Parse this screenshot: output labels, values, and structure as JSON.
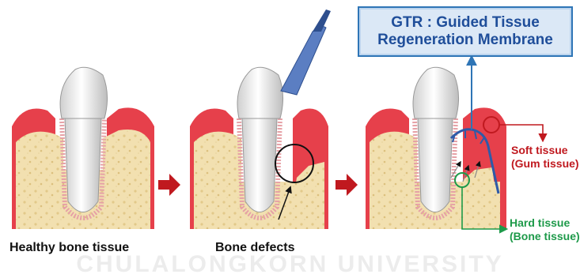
{
  "panels": [
    {
      "label": "Healthy bone tissue"
    },
    {
      "label": "Bone defects"
    },
    {
      "label": ""
    }
  ],
  "gtr_title": {
    "line1": "GTR : Guided Tissue",
    "line2": "Regeneration Membrane"
  },
  "callouts": {
    "soft_tissue": {
      "line1": "Soft tissue",
      "line2": "(Gum tissue)"
    },
    "hard_tissue": {
      "line1": "Hard tissue",
      "line2": "(Bone tissue)"
    }
  },
  "watermark": "CHULALONGKORN UNIVERSITY",
  "colors": {
    "gum": "#e6404b",
    "gum_light": "#f7c9c9",
    "bone": "#f2e0b0",
    "tooth": "#f4f4f4",
    "arrow": "#c0191f",
    "membrane": "#2e5aa8",
    "soft_callout": "#c0191f",
    "hard_callout": "#1e9a4a",
    "gtr_text": "#1f4e9a"
  }
}
